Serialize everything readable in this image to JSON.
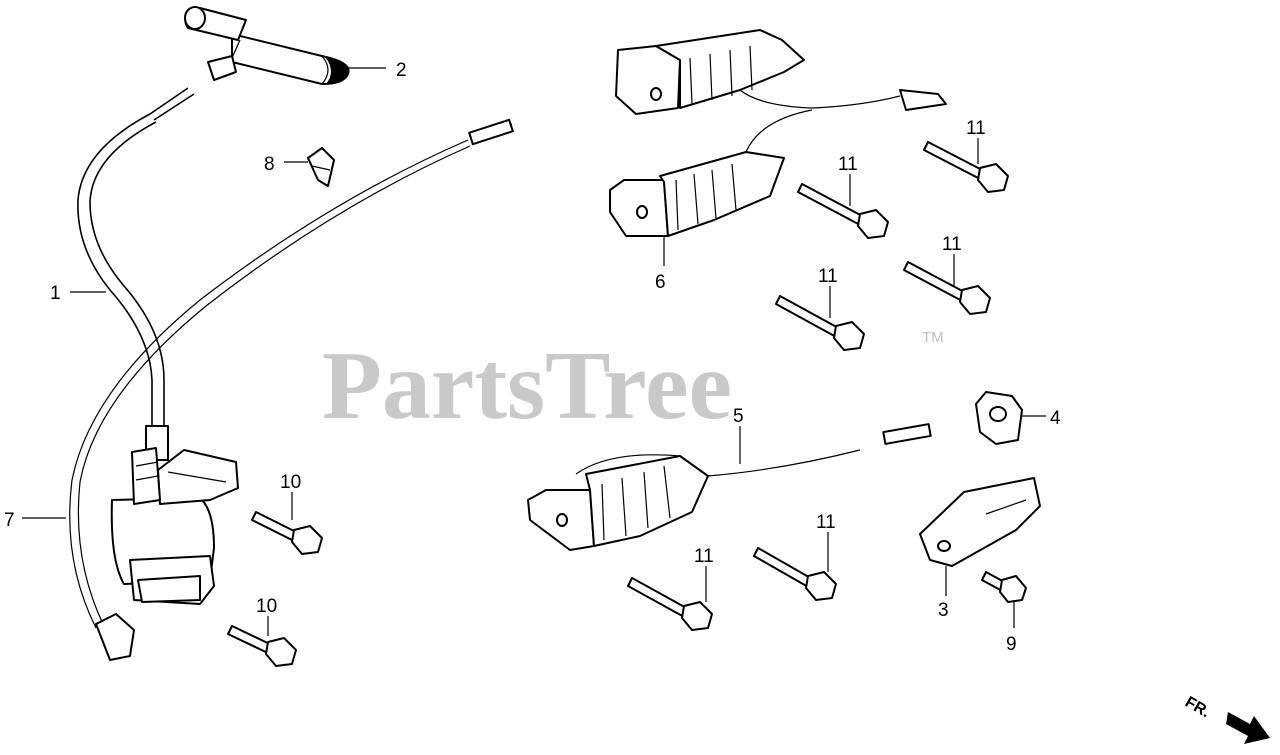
{
  "watermark": {
    "text": "PartsTree",
    "trademark": "TM"
  },
  "callouts": {
    "c1": "1",
    "c2": "2",
    "c3": "3",
    "c4": "4",
    "c5": "5",
    "c6": "6",
    "c7": "7",
    "c8": "8",
    "c9": "9",
    "c10a": "10",
    "c10b": "10",
    "c11a": "11",
    "c11b": "11",
    "c11c": "11",
    "c11d": "11",
    "c11e": "11",
    "c11f": "11"
  },
  "direction": {
    "label": "FR."
  }
}
